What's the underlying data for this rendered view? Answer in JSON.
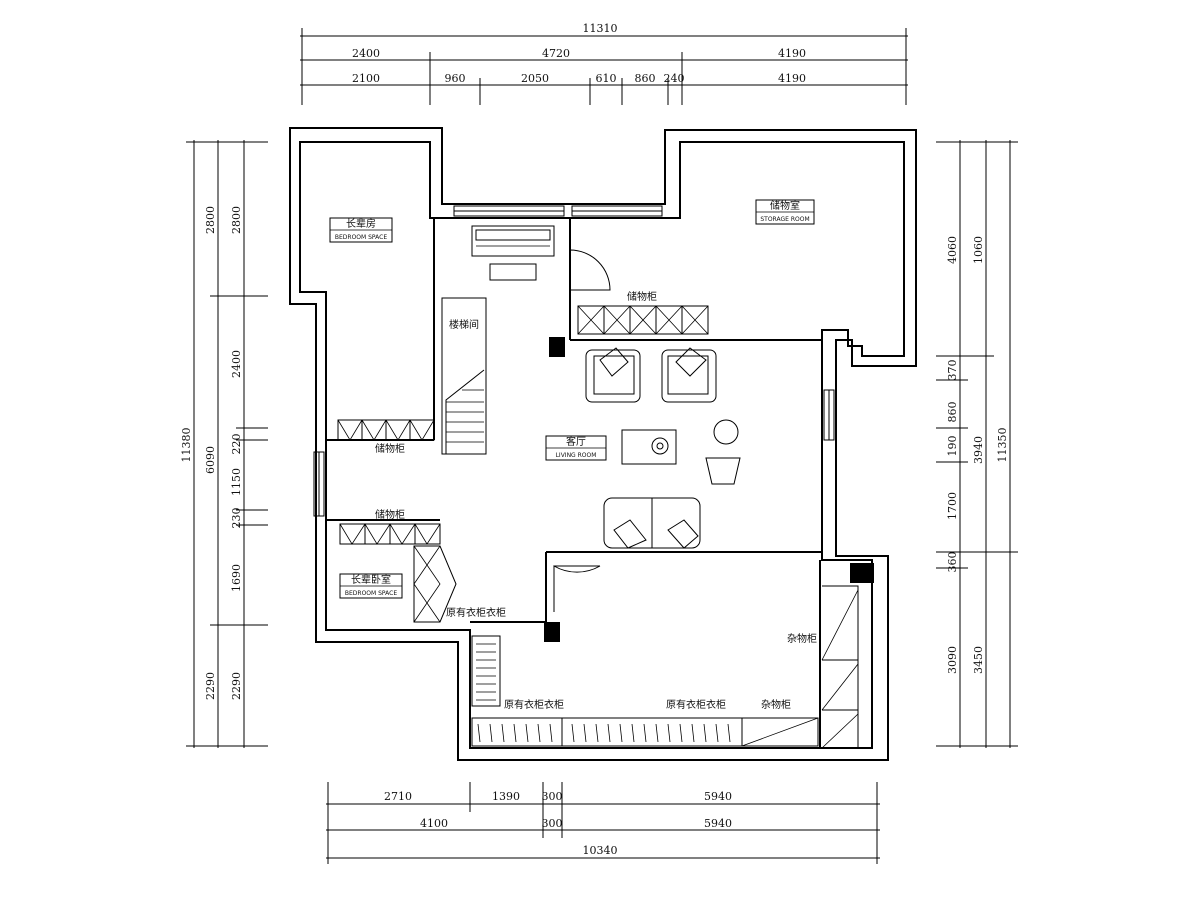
{
  "dims_top": {
    "total": "11310",
    "row1": [
      "2400",
      "4720",
      "4190"
    ],
    "row2": [
      "2100",
      "960",
      "2050",
      "610",
      "860",
      "240",
      "4190"
    ]
  },
  "dims_bottom": {
    "row1": [
      "2710",
      "1390",
      "300",
      "5940"
    ],
    "row2": [
      "4100",
      "300",
      "5940"
    ],
    "total": "10340"
  },
  "dims_left": {
    "total": "11380",
    "mid": [
      "2800",
      "6090",
      "2290"
    ],
    "inner": [
      "2800",
      "2400",
      "220",
      "1150",
      "230",
      "1690",
      "2290"
    ]
  },
  "dims_right": {
    "total": "11350",
    "mid": [
      "1060",
      "3940",
      "3450"
    ],
    "inner": [
      "4060",
      "370",
      "860",
      "190",
      "1700",
      "360",
      "3090"
    ]
  },
  "rooms": {
    "bedroom_left": {
      "name": "长辈房",
      "sub": "BEDROOM SPACE"
    },
    "bedroom_right": {
      "name": "储物室",
      "sub": "STORAGE ROOM"
    },
    "stair": {
      "name": "楼梯间"
    },
    "living": {
      "name": "客厅",
      "sub": "LIVING ROOM"
    },
    "bedroom_small": {
      "name": "长辈卧室",
      "sub": "BEDROOM SPACE"
    }
  },
  "notes": {
    "cabinet_top": "储物柜",
    "cabinet_mid": "储物柜",
    "cabinet_low": "储物柜",
    "wardrobe1": "原有衣柜衣柜",
    "wardrobe2": "原有衣柜衣柜",
    "wardrobe3": "原有衣柜衣柜",
    "storage1": "杂物柜",
    "storage2": "杂物柜"
  }
}
